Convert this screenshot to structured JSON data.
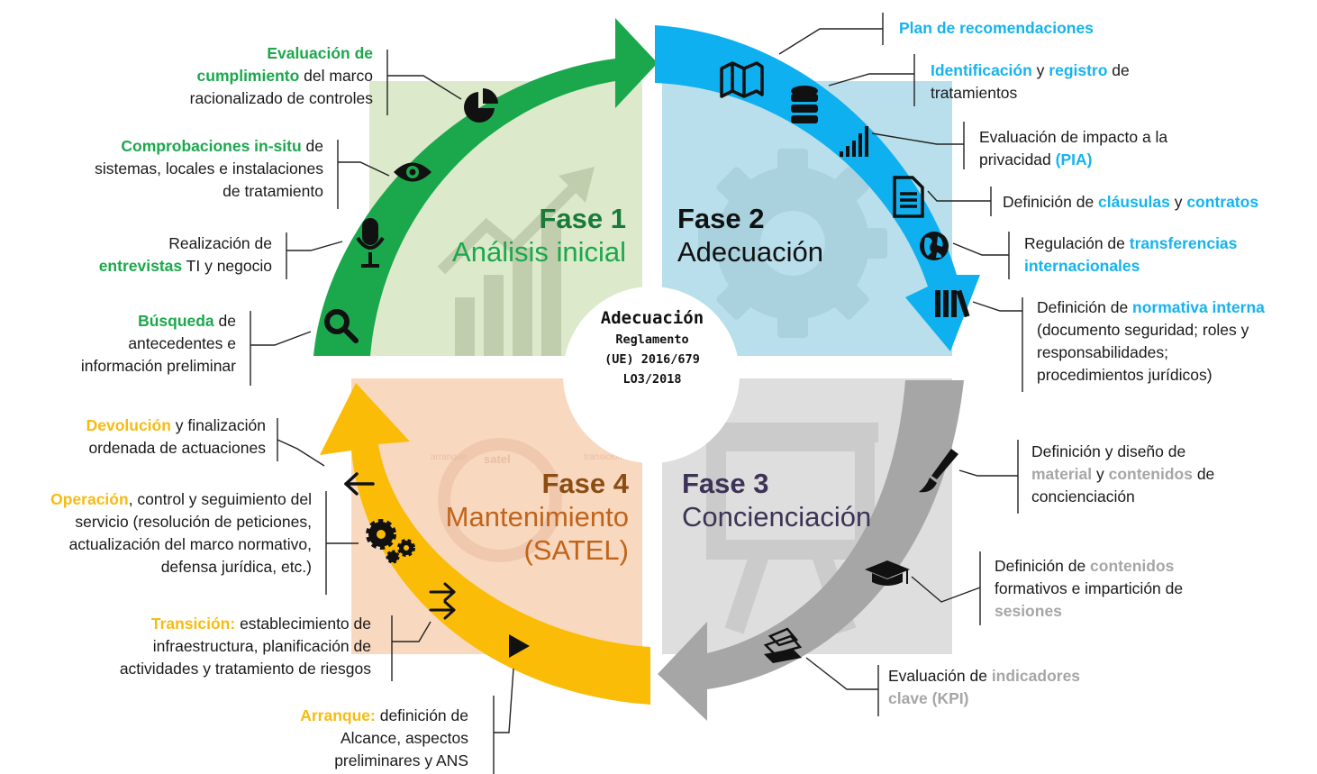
{
  "center": {
    "title": "Adecuación",
    "lines": [
      "Reglamento",
      "(UE) 2016/679",
      "LO3/2018"
    ]
  },
  "phases": [
    {
      "number": "Fase 1",
      "name": "Análisis inicial",
      "color": "#1ba84c"
    },
    {
      "number": "Fase 2",
      "name": "Adecuación",
      "color": "#16b3ee"
    },
    {
      "number": "Fase 3",
      "name": "Concienciación",
      "color": "#a6a6a6"
    },
    {
      "number": "Fase 4",
      "name": "Mantenimiento (SATEL)",
      "color": "#f8bb0f"
    }
  ],
  "watermark": {
    "cycle_labels": [
      "arranque",
      "satel",
      "transición"
    ]
  },
  "icons": {
    "phase1": [
      "pie-chart-icon",
      "eye-icon",
      "microphone-icon",
      "magnifier-icon"
    ],
    "phase2": [
      "map-icon",
      "database-icon",
      "signal-bars-icon",
      "document-icon",
      "globe-icon",
      "books-icon"
    ],
    "phase3": [
      "paintbrush-icon",
      "graduation-cap-icon",
      "papers-icon"
    ],
    "phase4": [
      "arrow-left-icon",
      "gears-icon",
      "double-arrow-icon",
      "play-icon"
    ]
  },
  "labels": {
    "p1_evaluacion": {
      "hl1": "Evaluación de",
      "hl2": "cumplimiento",
      "rest2": " del marco",
      "line3": "racionalizado de controles"
    },
    "p1_comprobaciones": {
      "hl": "Comprobaciones in-situ",
      "rest1": " de",
      "line2": "sistemas, locales e instalaciones",
      "line3": "de tratamiento"
    },
    "p1_entrevistas": {
      "line1": "Realización de",
      "hl": "entrevistas",
      "rest2": " TI y negocio"
    },
    "p1_busqueda": {
      "hl": "Búsqueda",
      "rest1": " de",
      "line2": "antecedentes e",
      "line3": "información preliminar"
    },
    "p2_plan": {
      "hl": "Plan de recomendaciones"
    },
    "p2_identificacion": {
      "hl1": "Identificación",
      "mid": " y ",
      "hl2": "registro",
      "rest1": " de",
      "line2": "tratamientos"
    },
    "p2_pia": {
      "line1": "Evaluación de impacto a la",
      "pre2": "privacidad ",
      "hl": "(PIA)"
    },
    "p2_clausulas": {
      "pre": "Definición de ",
      "hl1": "cláusulas",
      "mid": " y ",
      "hl2": "contratos"
    },
    "p2_transferencias": {
      "pre": "Regulación de ",
      "hl1": "transferencias",
      "hl2": "internacionales"
    },
    "p2_normativa": {
      "pre": "Definición de ",
      "hl": "normativa interna",
      "line2": "(documento seguridad; roles y",
      "line3": "responsabilidades;",
      "line4": "procedimientos jurídicos)"
    },
    "p3_material": {
      "line1": "Definición y diseño de",
      "hl1": "material",
      "mid": " y ",
      "hl2": "contenidos",
      "rest2": " de",
      "line3": "concienciación"
    },
    "p3_contenidos": {
      "pre": "Definición de ",
      "hl1": "contenidos",
      "line2": "formativos e impartición de",
      "hl2": "sesiones"
    },
    "p3_kpi": {
      "pre": "Evaluación de ",
      "hl1": "indicadores",
      "hl2": "clave (KPI)"
    },
    "p4_devolucion": {
      "hl": "Devolución",
      "rest1": " y finalización",
      "line2": "ordenada de actuaciones"
    },
    "p4_operacion": {
      "hl": "Operación",
      "rest1": ", control y seguimiento del",
      "line2": "servicio (resolución de peticiones,",
      "line3": "actualización del marco normativo,",
      "line4": "defensa jurídica, etc.)"
    },
    "p4_transicion": {
      "hl": "Transición:",
      "rest1": " establecimiento de",
      "line2": "infraestructura, planificación de",
      "line3": "actividades y tratamiento de riesgos"
    },
    "p4_arranque": {
      "hl": "Arranque:",
      "rest1": " definición de",
      "line2": "Alcance, aspectos",
      "line3": "preliminares y ANS"
    }
  }
}
